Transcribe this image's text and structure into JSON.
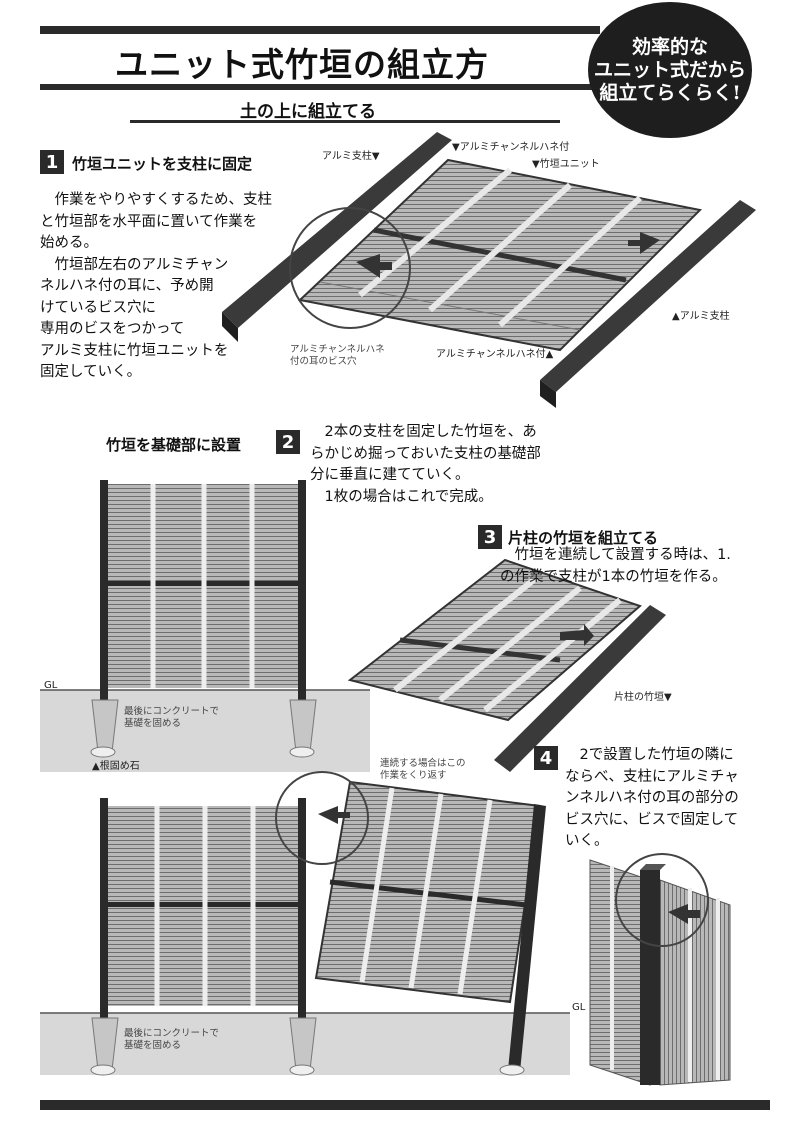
{
  "header": {
    "title": "ユニット式竹垣の組立方",
    "subtitle": "土の上に組立てる",
    "badge": "効率的な\nユニット式だから\n組立てらくらく!"
  },
  "steps": [
    {
      "number": "1",
      "title": "竹垣ユニットを支柱に固定",
      "body": "　作業をやりやすくするため、支柱\nと竹垣部を水平面に置いて作業を\n始める。\n　竹垣部左右のアルミチャン\nネルハネ付の耳に、予め開\nけているビス穴に\n専用のビスをつかって\nアルミ支柱に竹垣ユニットを\n固定していく。"
    },
    {
      "number": "2",
      "title": "竹垣を基礎部に設置",
      "body": "　2本の支柱を固定した竹垣を、あ\nらかじめ掘っておいた支柱の基礎部\n分に垂直に建てていく。\n　1枚の場合はこれで完成。"
    },
    {
      "number": "3",
      "title": "片柱の竹垣を組立てる",
      "body": "　竹垣を連続して設置する時は、1.\nの作業で支柱が1本の竹垣を作る。"
    },
    {
      "number": "4",
      "title": "",
      "body": "　2で設置した竹垣の隣に\nならべ、支柱にアルミチャ\nンネルハネ付の耳の部分の\nビス穴に、ビスで固定して\nいく。"
    }
  ],
  "labels": {
    "aluminum_post_left": "アルミ支柱▼",
    "aluminum_channel_top": "▼アルミチャンネルハネ付",
    "bamboo_unit": "▼竹垣ユニット",
    "aluminum_post_right": "▲アルミ支柱",
    "screw_hole": "アルミチャンネルハネ\n付の耳のビス穴",
    "aluminum_channel_bottom": "アルミチャンネルハネ付▲",
    "gl": "GL",
    "gl2": "GL",
    "concrete_1": "最後にコンクリートで\n基礎を固める",
    "root_stone": "▲根固め石",
    "single_post_fence": "片柱の竹垣▼",
    "continue_note": "連続する場合はこの\n作業をくり返す",
    "concrete_2": "最後にコンクリートで\n基礎を固める"
  },
  "colors": {
    "dark": "#2a2a2a",
    "panel": "#9a9a9a",
    "ground": "#dcdcdc"
  }
}
